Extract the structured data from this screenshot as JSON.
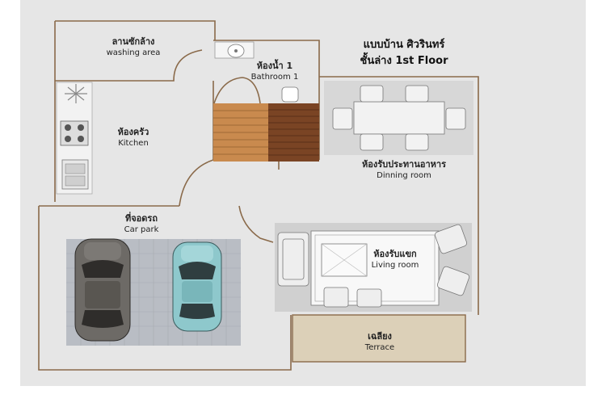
{
  "plan": {
    "title_line1": "แบบบ้าน ศิวรินทร์",
    "title_line2": "ชั้นล่าง 1st Floor"
  },
  "rooms": {
    "washing": {
      "th": "ลานซักล้าง",
      "en": "washing area"
    },
    "bathroom": {
      "th": "ห้องน้ำ 1",
      "en": "Bathroom 1"
    },
    "kitchen": {
      "th": "ห้องครัว",
      "en": "Kitchen"
    },
    "dining": {
      "th": "ห้องรับประทานอาหาร",
      "en": "Dinning room"
    },
    "carpark": {
      "th": "ที่จอดรถ",
      "en": "Car park"
    },
    "living": {
      "th": "ห้องรับแขก",
      "en": "Living room"
    },
    "terrace": {
      "th": "เฉลียง",
      "en": "Terrace"
    }
  },
  "colors": {
    "floor": "#e6e6e6",
    "wall": "#8a6a4a",
    "deck": "#c98a4e",
    "terrace": "#dcd0b8",
    "carpark_tile": "#b9bdc4",
    "dark_car": "#6d6a66",
    "blue_car": "#8ec8cc"
  }
}
